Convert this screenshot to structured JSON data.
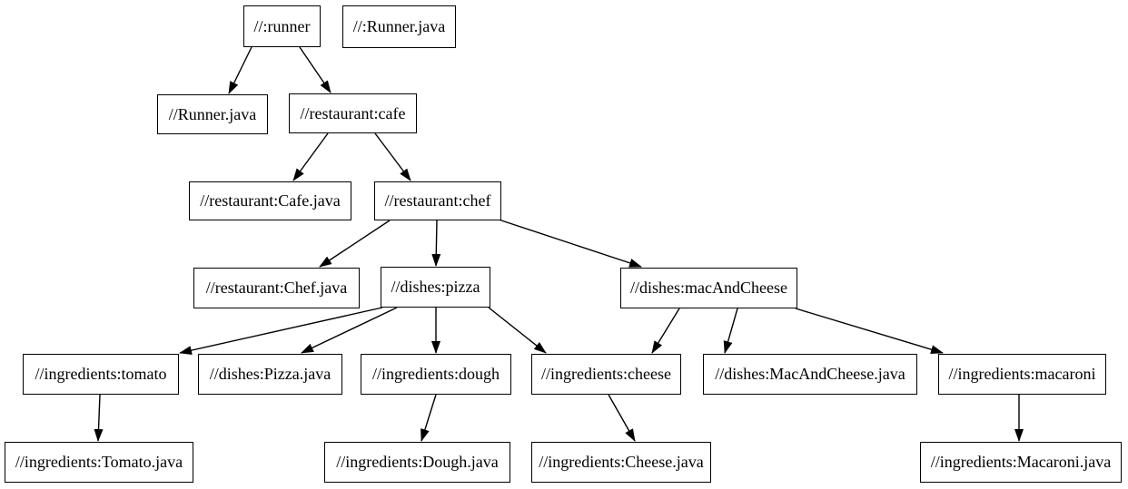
{
  "diagram": {
    "type": "dependency-graph",
    "background_color": "#ffffff",
    "node_fill_color": "#ffffff",
    "node_border_color": "#000000",
    "edge_color": "#000000",
    "text_color": "#000000",
    "nodes": [
      {
        "id": "runner",
        "label": "//:runner"
      },
      {
        "id": "runner_java_root",
        "label": "//:Runner.java"
      },
      {
        "id": "runner_java",
        "label": "//Runner.java"
      },
      {
        "id": "cafe",
        "label": "//restaurant:cafe"
      },
      {
        "id": "cafe_java",
        "label": "//restaurant:Cafe.java"
      },
      {
        "id": "chef",
        "label": "//restaurant:chef"
      },
      {
        "id": "chef_java",
        "label": "//restaurant:Chef.java"
      },
      {
        "id": "pizza",
        "label": "//dishes:pizza"
      },
      {
        "id": "mac",
        "label": "//dishes:macAndCheese"
      },
      {
        "id": "tomato",
        "label": "//ingredients:tomato"
      },
      {
        "id": "pizza_java",
        "label": "//dishes:Pizza.java"
      },
      {
        "id": "dough",
        "label": "//ingredients:dough"
      },
      {
        "id": "cheese",
        "label": "//ingredients:cheese"
      },
      {
        "id": "mac_java",
        "label": "//dishes:MacAndCheese.java"
      },
      {
        "id": "macaroni",
        "label": "//ingredients:macaroni"
      },
      {
        "id": "tomato_java",
        "label": "//ingredients:Tomato.java"
      },
      {
        "id": "dough_java",
        "label": "//ingredients:Dough.java"
      },
      {
        "id": "cheese_java",
        "label": "//ingredients:Cheese.java"
      },
      {
        "id": "macaroni_java",
        "label": "//ingredients:Macaroni.java"
      }
    ],
    "edges": [
      {
        "from": "runner",
        "to": "runner_java"
      },
      {
        "from": "runner",
        "to": "cafe"
      },
      {
        "from": "cafe",
        "to": "cafe_java"
      },
      {
        "from": "cafe",
        "to": "chef"
      },
      {
        "from": "chef",
        "to": "chef_java"
      },
      {
        "from": "chef",
        "to": "pizza"
      },
      {
        "from": "chef",
        "to": "mac"
      },
      {
        "from": "pizza",
        "to": "tomato"
      },
      {
        "from": "pizza",
        "to": "pizza_java"
      },
      {
        "from": "pizza",
        "to": "dough"
      },
      {
        "from": "pizza",
        "to": "cheese"
      },
      {
        "from": "mac",
        "to": "cheese"
      },
      {
        "from": "mac",
        "to": "mac_java"
      },
      {
        "from": "mac",
        "to": "macaroni"
      },
      {
        "from": "tomato",
        "to": "tomato_java"
      },
      {
        "from": "dough",
        "to": "dough_java"
      },
      {
        "from": "cheese",
        "to": "cheese_java"
      },
      {
        "from": "macaroni",
        "to": "macaroni_java"
      }
    ]
  }
}
